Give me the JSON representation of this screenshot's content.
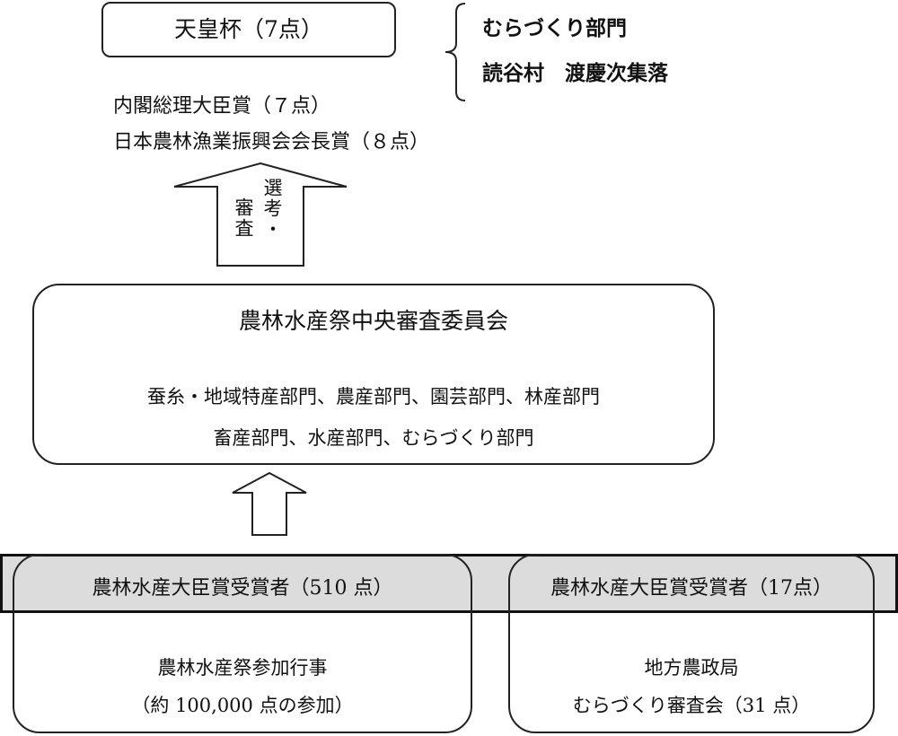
{
  "emperor_cup": {
    "label": "天皇杯（7点）"
  },
  "winner": {
    "category": "むらづくり部門",
    "name": "読谷村　渡慶次集落"
  },
  "awards": {
    "prime_minister": "内閣総理大臣賞（７点）",
    "association": "日本農林漁業振興会会長賞（８点）"
  },
  "arrow_label": {
    "col1": "選考・",
    "col2": "審査"
  },
  "committee": {
    "title": "農林水産祭中央審査委員会",
    "departments_line1": "蚕糸・地域特産部門、農産部門、園芸部門、林産部門",
    "departments_line2": "畜産部門、水産部門、むらづくり部門"
  },
  "left_panel": {
    "header": "農林水産大臣賞受賞者（510 点）",
    "line1": "農林水産祭参加行事",
    "line2": "（約 100,000 点の参加）"
  },
  "right_panel": {
    "header": "農林水産大臣賞受賞者（17点）",
    "line1": "地方農政局",
    "line2": "むらづくり審査会（31 点）"
  }
}
